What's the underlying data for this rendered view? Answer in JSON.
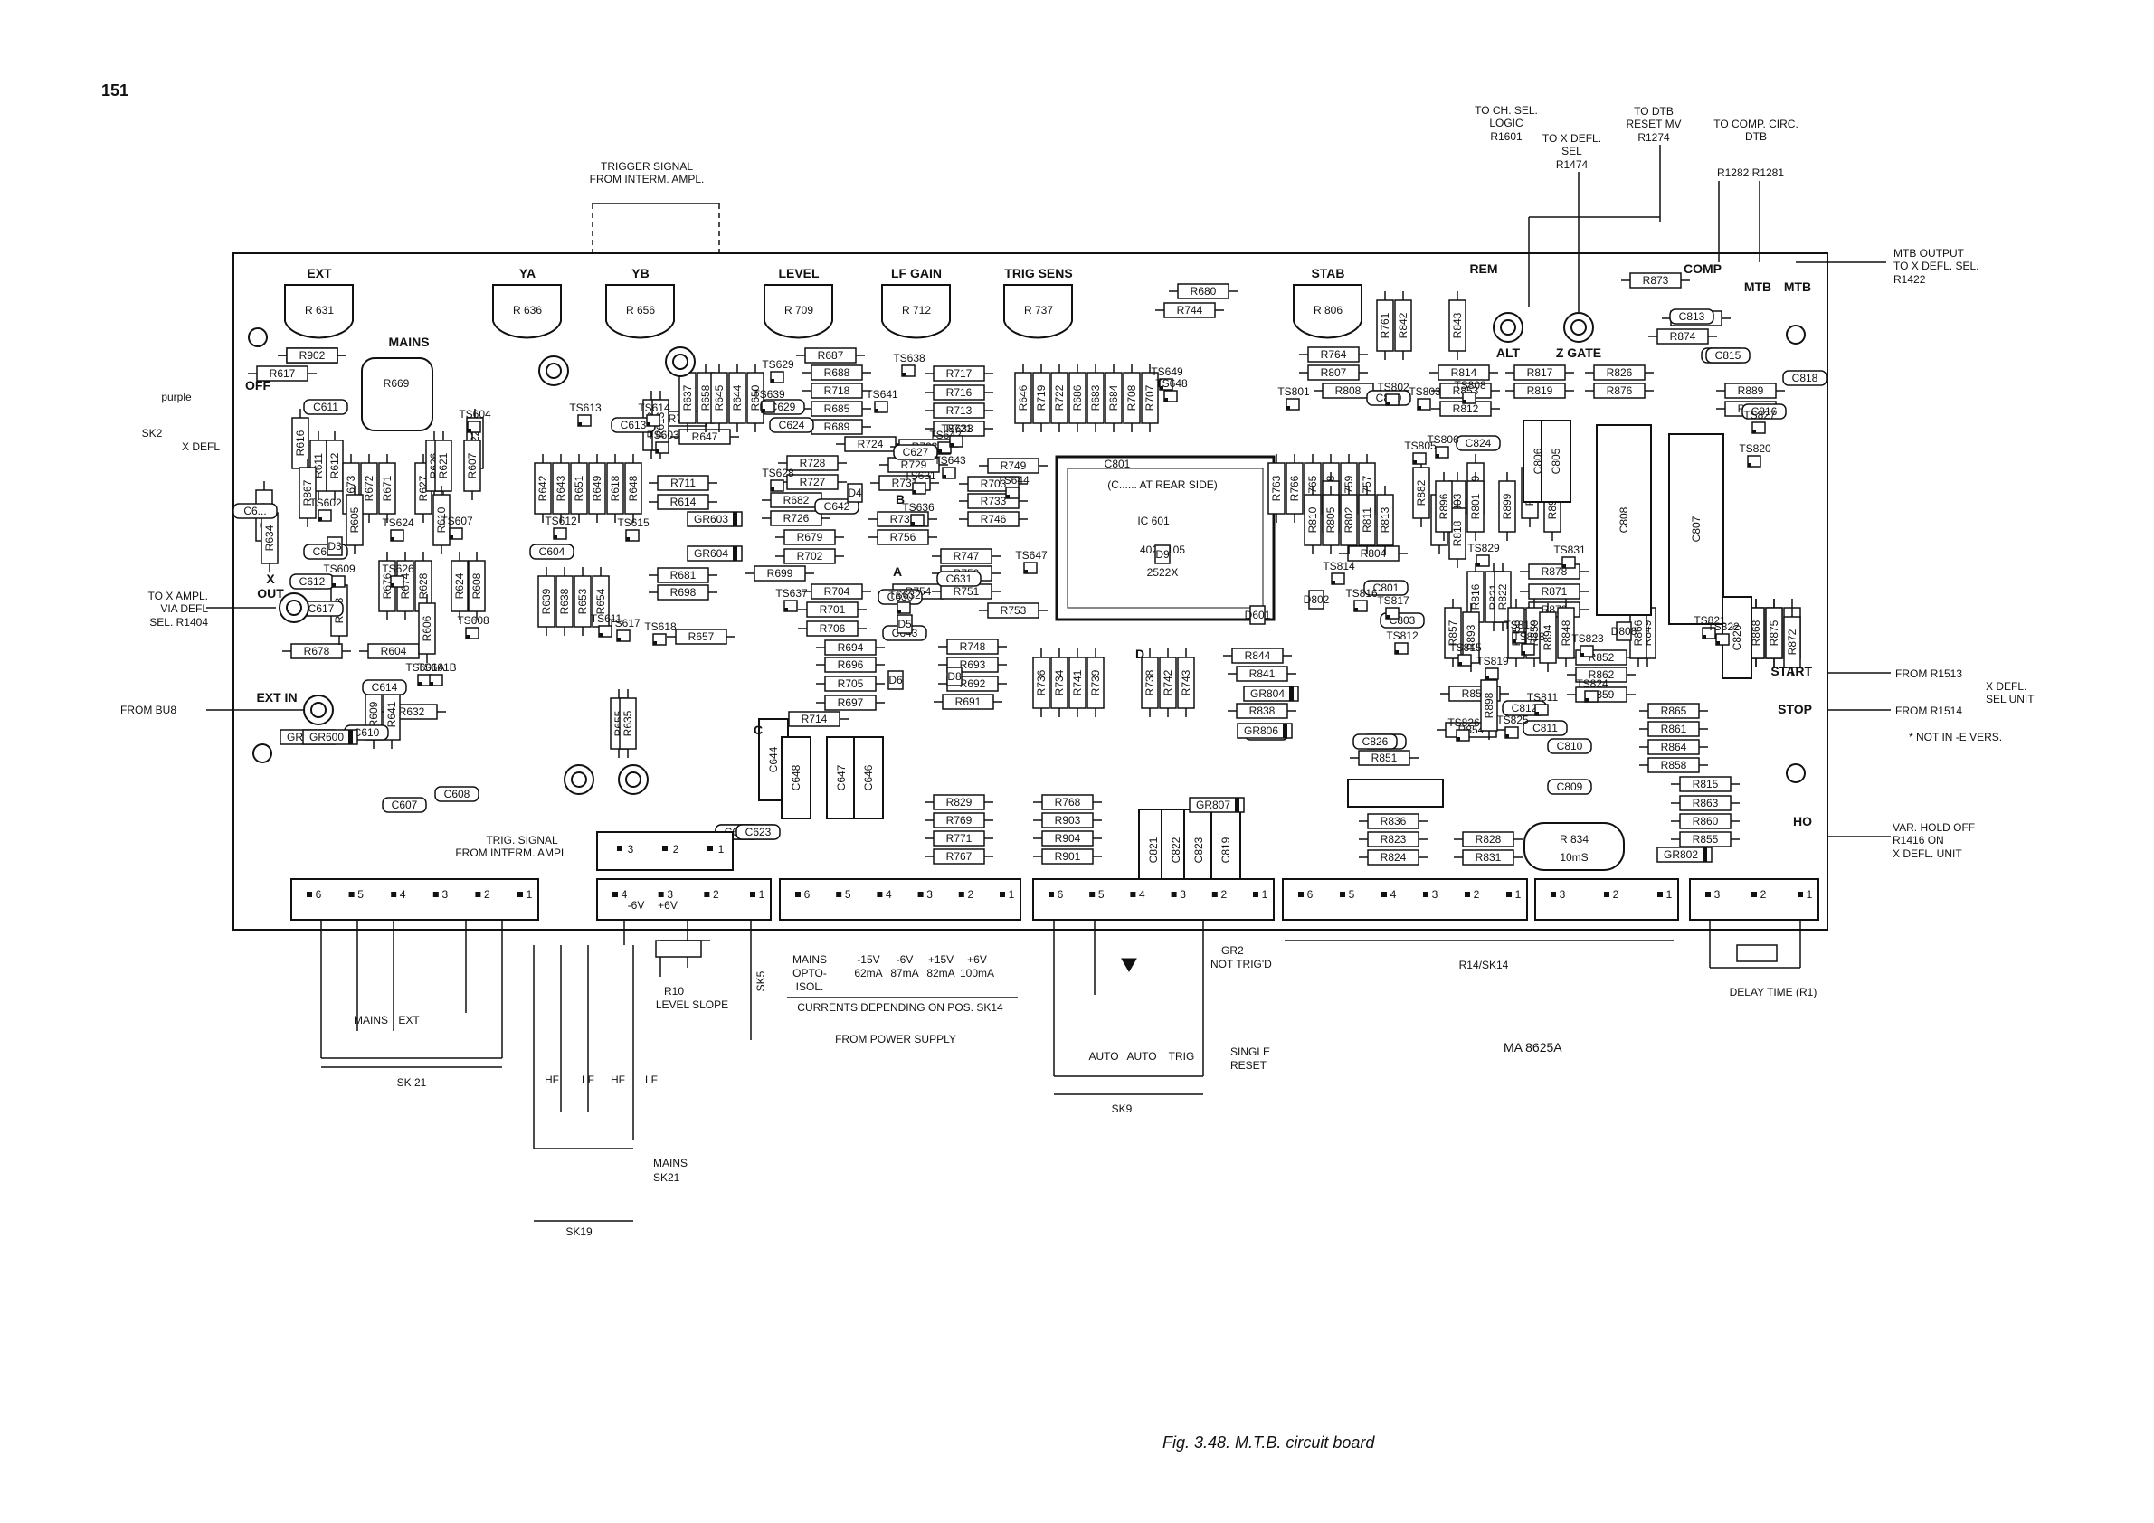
{
  "page_number": "151",
  "caption": "Fig. 3.48. M.T.B. circuit board",
  "drawing_ref": "MA 8625A",
  "top_notes": {
    "trigger_signal": [
      "TRIGGER SIGNAL",
      "FROM INTERM. AMPL."
    ],
    "to_ch_sel": [
      "TO CH. SEL.",
      "LOGIC",
      "R1601"
    ],
    "to_x_defl_sel": [
      "TO X DEFL.",
      "SEL",
      "R1474"
    ],
    "to_dtb_reset": [
      "TO DTB",
      "RESET MV",
      "R1274"
    ],
    "to_comp_circ": [
      "TO COMP. CIRC.",
      "DTB"
    ],
    "comp_resistors": "R1282  R1281",
    "mtb_output": [
      "MTB OUTPUT",
      "TO X DEFL. SEL.",
      "R1422"
    ]
  },
  "side_notes": {
    "purple": "purple",
    "sk2": "SK2",
    "x_defl": "X DEFL",
    "to_x_ampl": [
      "TO X AMPL.",
      "VIA DEFL",
      "SEL. R1404"
    ],
    "from_bu8": "FROM BU8",
    "ext_in": "EXT IN",
    "x_out": [
      "X",
      "OUT"
    ],
    "from_r1513": "FROM R1513",
    "from_r1514": "FROM R1514",
    "x_defl_sel_unit": [
      "X DEFL.",
      "SEL UNIT"
    ],
    "start": "START",
    "stop": "STOP",
    "not_in_e": "* NOT IN -E VERS.",
    "var_hold_off": [
      "VAR. HOLD OFF",
      "R1416 ON",
      "X DEFL. UNIT"
    ],
    "ho": "HO",
    "trig_signal_bottom": [
      "TRIG. SIGNAL",
      "FROM INTERM. AMPL"
    ]
  },
  "bottom_notes": {
    "sk21": "SK 21",
    "sk19": "SK19",
    "sk9": "SK9",
    "sk5": "SK5",
    "mains_sk21": [
      "MAINS",
      "SK21"
    ],
    "r10": [
      "R10",
      "LEVEL  SLOPE"
    ],
    "mains_opto": [
      "MAINS",
      "OPTO-",
      "ISOL."
    ],
    "supply_values": [
      [
        "-15V",
        "62mA"
      ],
      [
        "-6V",
        "87mA"
      ],
      [
        "+15V",
        "82mA"
      ],
      [
        "+6V",
        "100mA"
      ]
    ],
    "currents": "CURRENTS DEPENDING ON POS. SK14",
    "from_power": "FROM POWER SUPPLY",
    "gr2": [
      "GR2",
      "NOT TRIG'D"
    ],
    "r14_sk14": "R14/SK14",
    "delay_time": "DELAY  TIME (R1)",
    "single_reset": [
      "SINGLE",
      "RESET"
    ],
    "auto1": "AUTO",
    "auto2": "AUTO",
    "trig": "TRIG",
    "hf": "HF",
    "lf": "LF",
    "mains": "MAINS",
    "ext": "EXT",
    "neg6v": "-6V",
    "pos6v": "+6V"
  },
  "pots": [
    {
      "header": "EXT",
      "label": "R 631"
    },
    {
      "header": "YA",
      "label": "R 636"
    },
    {
      "header": "YB",
      "label": "R 656"
    },
    {
      "header": "LEVEL",
      "label": "R 709"
    },
    {
      "header": "LF GAIN",
      "label": "R 712"
    },
    {
      "header": "TRIG SENS",
      "label": "R 737"
    },
    {
      "header": "STAB",
      "label": "R 806"
    }
  ],
  "ic": {
    "title": "(C...... AT REAR SIDE)",
    "name": "IC 601",
    "code1": "4022 105",
    "code2": "2522X"
  },
  "resistors_h": [
    "R629",
    "R617",
    "R604",
    "R632",
    "R678",
    "R687",
    "R688",
    "R718",
    "R685",
    "R689",
    "R724",
    "R728",
    "R727",
    "R682",
    "R726",
    "R679",
    "R702",
    "R699",
    "R704",
    "R701",
    "R706",
    "R694",
    "R696",
    "R705",
    "R697",
    "R714",
    "R717",
    "R716",
    "R713",
    "R721",
    "R723",
    "R729",
    "R731",
    "R732",
    "R756",
    "R754",
    "R703",
    "R733",
    "R746",
    "R747",
    "R752",
    "R751",
    "R753",
    "R749",
    "R748",
    "R693",
    "R692",
    "R691",
    "R711",
    "R614",
    "R681",
    "R698",
    "R657",
    "R700",
    "R647",
    "R680",
    "R744",
    "R764",
    "R807",
    "R808",
    "R804",
    "R844",
    "R841",
    "R838",
    "R851",
    "R853",
    "R812",
    "R814",
    "R817",
    "R819",
    "R826",
    "R876",
    "R877",
    "R874",
    "R873",
    "R889",
    "R891",
    "R878",
    "R871",
    "R870",
    "R859",
    "R854",
    "R852",
    "R862",
    "R859",
    "R865",
    "R861",
    "R864",
    "R858",
    "R815",
    "R863",
    "R860",
    "R855",
    "R836",
    "R823",
    "R824",
    "R828",
    "R831",
    "R829",
    "R769",
    "R771",
    "R767",
    "R768",
    "R903",
    "R904",
    "R901",
    "R902"
  ],
  "resistors_v": [
    "R616",
    "R611",
    "R612",
    "R619",
    "R634",
    "R673",
    "R672",
    "R671",
    "R627",
    "R626",
    "R621",
    "R622",
    "R633",
    "R676",
    "R674",
    "R628",
    "R624",
    "R608",
    "R606",
    "R605",
    "R610",
    "R607",
    "R609",
    "R641",
    "R642",
    "R643",
    "R651",
    "R649",
    "R618",
    "R648",
    "R652",
    "R613",
    "R639",
    "R638",
    "R653",
    "R654",
    "R655",
    "R635",
    "R637",
    "R658",
    "R645",
    "R644",
    "R650",
    "R646",
    "R719",
    "R722",
    "R686",
    "R683",
    "R684",
    "R708",
    "R707",
    "R736",
    "R734",
    "R741",
    "R739",
    "R738",
    "R742",
    "R743",
    "R763",
    "R766",
    "R765",
    "R758",
    "R759",
    "R757",
    "R761",
    "R842",
    "R843",
    "R839",
    "R803",
    "R801",
    "R762",
    "R802",
    "R810",
    "R805",
    "R811",
    "R813",
    "R809",
    "R818",
    "R816",
    "R821",
    "R822",
    "R848",
    "R849",
    "R846",
    "R847",
    "R837",
    "R875",
    "R872",
    "R866",
    "R868",
    "R857",
    "R856",
    "R850",
    "R894",
    "R893",
    "R898",
    "R896",
    "R899",
    "R897",
    "R881",
    "R882",
    "R867"
  ],
  "capacitors": [
    "C611",
    "C617",
    "C612",
    "C606",
    "C614",
    "C610",
    "C607",
    "C608",
    "C604",
    "C613",
    "C618",
    "C622",
    "C621",
    "C623",
    "C624",
    "C627",
    "C630",
    "C629",
    "C642",
    "C643",
    "C631",
    "C636",
    "C637",
    "C644",
    "C648",
    "C647",
    "C646",
    "C821",
    "C822",
    "C823",
    "C819",
    "C800",
    "C801",
    "C803",
    "C804",
    "C806",
    "C805",
    "C808",
    "C807",
    "C809",
    "C810",
    "C811",
    "C812",
    "C813",
    "C814",
    "C815",
    "C816",
    "C818",
    "C820",
    "C824",
    "C826",
    "C6..."
  ],
  "transistors": [
    "TS623",
    "TS604",
    "TS602",
    "TS624",
    "TS607",
    "TS609",
    "TS626",
    "TS608",
    "TS601A",
    "TS601B",
    "TS613",
    "TS614",
    "TS603",
    "TS612",
    "TS615",
    "TS611",
    "TS617",
    "TS618",
    "TS629",
    "TS639",
    "TS638",
    "TS641",
    "TS642",
    "TS643",
    "TS633",
    "TS632",
    "TS637",
    "TS628",
    "TS631",
    "TS636",
    "TS644",
    "TS647",
    "TS649",
    "TS648",
    "TS801",
    "TS802",
    "TS803",
    "TS805",
    "TS806",
    "TS808",
    "TS814",
    "TS816",
    "TS817",
    "TS812",
    "TS813",
    "TS818",
    "TS819",
    "TS821",
    "TS822",
    "TS823",
    "TS824",
    "TS825",
    "TS826",
    "TS829",
    "TS831",
    "TS815",
    "TS811",
    "TS820",
    "TS827"
  ],
  "diodes": [
    "GR601",
    "GR600",
    "GR602",
    "GR603",
    "GR604",
    "GR804",
    "GR806",
    "GR807",
    "GR802",
    "D3",
    "D4",
    "D5",
    "D6",
    "D8",
    "D9",
    "D601",
    "D802",
    "D808"
  ],
  "board_letters": [
    "A",
    "B",
    "C",
    "D"
  ],
  "r669": "R669",
  "c801a": "C801",
  "alt": "ALT",
  "z_gate": "Z GATE",
  "rem": "REM",
  "comp": "COMP",
  "mtb1": "MTB",
  "mtb2": "MTB",
  "mains_pot": "MAINS",
  "off": "OFF",
  "r834": [
    "R 834",
    "10mS"
  ],
  "connectors": [
    {
      "pins": [
        "6",
        "5",
        "4",
        "3",
        "2",
        "1"
      ]
    },
    {
      "pins": [
        "4",
        "3",
        "2",
        "1"
      ]
    },
    {
      "pins": [
        "6",
        "5",
        "4",
        "3",
        "2",
        "1"
      ]
    },
    {
      "pins": [
        "6",
        "5",
        "4",
        "3",
        "2",
        "1"
      ]
    },
    {
      "pins": [
        "6",
        "5",
        "4",
        "3",
        "2",
        "1"
      ]
    },
    {
      "pins": [
        "3",
        "2",
        "1"
      ]
    },
    {
      "pins": [
        "3",
        "2",
        "1"
      ]
    }
  ],
  "trig_conn_pins": [
    "3",
    "2",
    "1"
  ]
}
